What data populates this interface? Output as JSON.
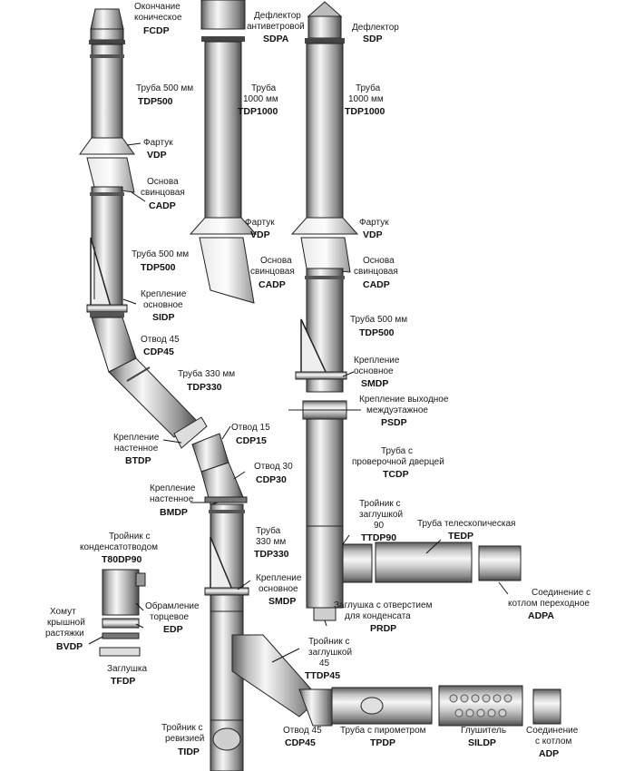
{
  "colors": {
    "metal_light": "#f4f4f4",
    "metal_mid": "#bdbdbd",
    "metal_dark": "#5a5a5a",
    "outline": "#222222",
    "text": "#111111"
  },
  "components": {
    "fcdp": {
      "line1": "Окончание",
      "line2": "коническое",
      "code": "FCDP"
    },
    "tdp500_a": {
      "line1": "Труба 500 мм",
      "code": "TDP500"
    },
    "vdp_a": {
      "line1": "Фартук",
      "code": "VDP"
    },
    "cadp_a": {
      "line1": "Основа",
      "line2": "свинцовая",
      "code": "CADP"
    },
    "tdp500_b": {
      "line1": "Труба 500 мм",
      "code": "TDP500"
    },
    "sidp": {
      "line1": "Крепление",
      "line2": "основное",
      "code": "SIDP"
    },
    "cdp45_a": {
      "line1": "Отвод 45",
      "code": "CDP45"
    },
    "tdp330_a": {
      "line1": "Труба 330 мм",
      "code": "TDP330"
    },
    "btdp": {
      "line1": "Крепление",
      "line2": "настенное",
      "code": "BTDP"
    },
    "cdp15": {
      "line1": "Отвод 15",
      "code": "CDP15"
    },
    "cdp30": {
      "line1": "Отвод 30",
      "code": "CDP30"
    },
    "bmdp": {
      "line1": "Крепление",
      "line2": "настенное",
      "code": "BMDP"
    },
    "tdp330_b": {
      "line1": "Труба",
      "line2": "330 мм",
      "code": "TDP330"
    },
    "smdp_a": {
      "line1": "Крепление",
      "line2": "основное",
      "code": "SMDP"
    },
    "t80dp90": {
      "line1": "Тройник с",
      "line2": "конденсатотводом",
      "code": "T80DP90"
    },
    "edp": {
      "line1": "Обрамление",
      "line2": "торцевое",
      "code": "EDP"
    },
    "bvdp": {
      "line1": "Хомут",
      "line2": "крышной",
      "line3": "растяжки",
      "code": "BVDP"
    },
    "tfdp": {
      "line1": "Заглушка",
      "code": "TFDP"
    },
    "sdpa": {
      "line1": "Дефлектор",
      "line2": "антиветровой",
      "code": "SDPA"
    },
    "tdp1000_a": {
      "line1": "Труба",
      "line2": "1000 мм",
      "code": "TDP1000"
    },
    "vdp_b": {
      "line1": "Фартук",
      "code": "VDP"
    },
    "cadp_b": {
      "line1": "Основа",
      "line2": "свинцовая",
      "code": "CADP"
    },
    "sdp": {
      "line1": "Дефлектор",
      "code": "SDP"
    },
    "tdp1000_b": {
      "line1": "Труба",
      "line2": "1000 мм",
      "code": "TDP1000"
    },
    "vdp_c": {
      "line1": "Фартук",
      "code": "VDP"
    },
    "cadp_c": {
      "line1": "Основа",
      "line2": "свинцовая",
      "code": "CADP"
    },
    "tdp500_c": {
      "line1": "Труба 500 мм",
      "code": "TDP500"
    },
    "smdp_b": {
      "line1": "Крепление",
      "line2": "основное",
      "code": "SMDP"
    },
    "psdp": {
      "line1": "Крепление выходное",
      "line2": "междуэтажное",
      "code": "PSDP"
    },
    "tcdp": {
      "line1": "Труба с",
      "line2": "проверочной дверцей",
      "code": "TCDP"
    },
    "ttdp90": {
      "line1": "Тройник с",
      "line2": "заглушкой",
      "line3": "90",
      "code": "TTDP90"
    },
    "tedp": {
      "line1": "Труба телескопическая",
      "code": "TEDP"
    },
    "adpa": {
      "line1": "Соединение с",
      "line2": "котлом переходное",
      "code": "ADPA"
    },
    "prdp": {
      "line1": "Заглушка с отверстием",
      "line2": "для конденсата",
      "code": "PRDP"
    },
    "ttdp45": {
      "line1": "Тройник с",
      "line2": "заглушкой",
      "line3": "45",
      "code": "TTDP45"
    },
    "tidp": {
      "line1": "Тройник с",
      "line2": "ревизией",
      "code": "TIDP"
    },
    "cdp45_b": {
      "line1": "Отвод 45",
      "code": "CDP45"
    },
    "tpdp": {
      "line1": "Труба с пирометром",
      "code": "TPDP"
    },
    "sildp": {
      "line1": "Глушитель",
      "code": "SILDP"
    },
    "adp": {
      "line1": "Соединение",
      "line2": "с котлом",
      "code": "ADP"
    }
  }
}
